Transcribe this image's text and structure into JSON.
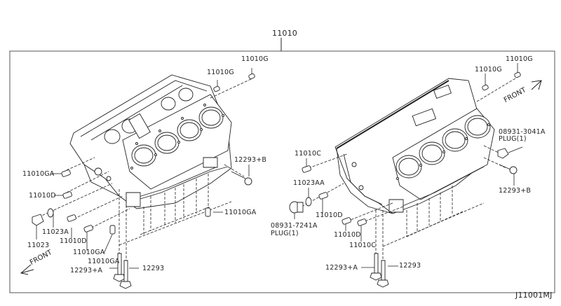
{
  "diagram": {
    "title_part_number": "11010",
    "figure_code": "J11001MJ",
    "left_view": {
      "labels": {
        "g_upper": "11010G",
        "g_lower": "11010G",
        "b_bolt": "12293+B",
        "ga_left": "11010GA",
        "d_left": "11010D",
        "ga_dowel_right": "11010GA",
        "plug": "11023",
        "washer": "11023A",
        "d_lower": "11010D",
        "ga_lower1": "11010GA",
        "ga_lower2": "11010GA",
        "bolt_a": "12293+A",
        "bolt": "12293"
      },
      "front_label": "FRONT"
    },
    "right_view": {
      "labels": {
        "g_upper": "11010G",
        "g_lower": "11010G",
        "plug_right_line1": "08931-3041A",
        "plug_right_line2": "PLUG(1)",
        "b_bolt": "12293+B",
        "c_upper": "11010C",
        "washer": "11023AA",
        "d_upper": "11010D",
        "plug_left_line1": "08931-7241A",
        "plug_left_line2": "PLUG(1)",
        "d_lower": "11010D",
        "c_lower": "11010C",
        "bolt_a": "12293+A",
        "bolt": "12293"
      },
      "front_label": "FRONT"
    }
  }
}
